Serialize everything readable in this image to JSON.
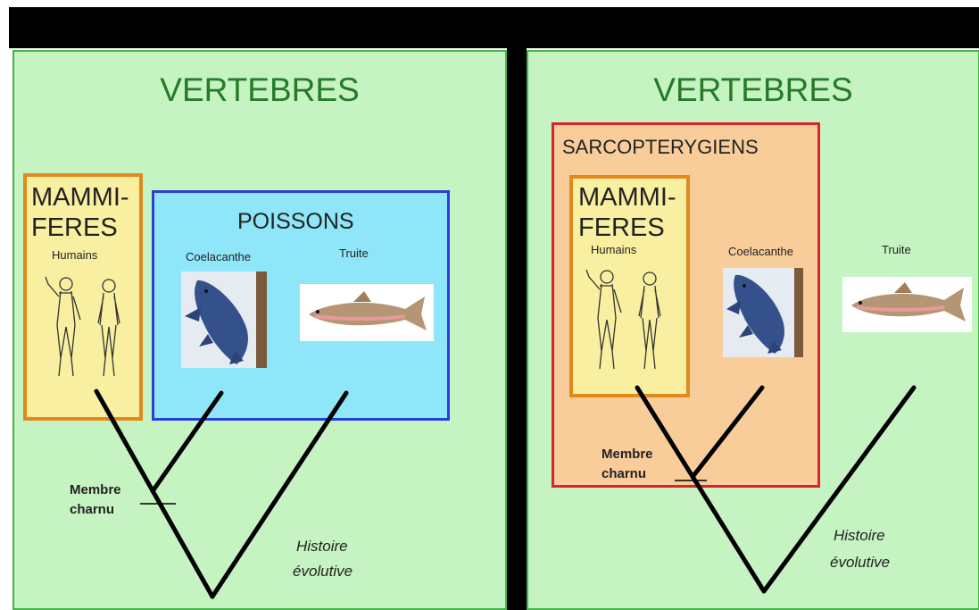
{
  "left": {
    "title": "VERTEBRES",
    "mammals_label_1": "MAMMI-",
    "mammals_label_2": "FERES",
    "humans_label": "Humains",
    "fish_title": "POISSONS",
    "coelacanth_label": "Coelacanthe",
    "trout_label": "Truite",
    "trait_label_1": "Membre",
    "trait_label_2": "charnu",
    "history_label_1": "Histoire",
    "history_label_2": "évolutive"
  },
  "right": {
    "title": "VERTEBRES",
    "sarco_title": "SARCOPTERYGIENS",
    "mammals_label_1": "MAMMI-",
    "mammals_label_2": "FERES",
    "humans_label": "Humains",
    "coelacanth_label": "Coelacanthe",
    "trout_label": "Truite",
    "trait_label_1": "Membre",
    "trait_label_2": "charnu",
    "history_label_1": "Histoire",
    "history_label_2": "évolutive"
  },
  "colors": {
    "panel_bg": "#c5f3c2",
    "panel_border": "#47b64a",
    "title": "#257a28",
    "mammals_bg": "#f8f0a0",
    "mammals_border": "#e08a1e",
    "fish_bg": "#8fe6f8",
    "fish_border": "#2a3fd8",
    "sarco_bg": "#f8cd9a",
    "sarco_border": "#d8242a"
  }
}
